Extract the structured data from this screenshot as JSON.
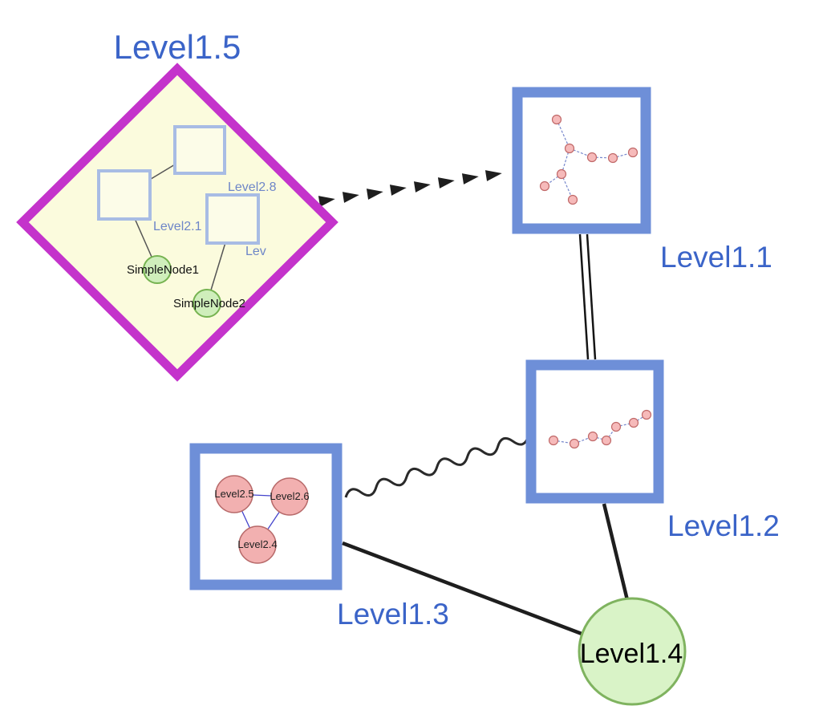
{
  "canvas": {
    "background": "#ffffff"
  },
  "colors": {
    "group_node_border": "#6e8fd8",
    "group_label_blue": "#3b64c8",
    "folder_diamond_border": "#c433cb",
    "folder_diamond_fill": "#fbfbdd",
    "inner_square_border": "#a8bce4",
    "inner_square_fill": "#fcfce8",
    "green_node_fill": "#cfeebb",
    "green_node_border": "#76b351",
    "level14_fill": "#d9f3c7",
    "level14_border": "#7fb35f",
    "pink_node_fill": "#f6baba",
    "pink_node_border": "#c06868",
    "edge_color": "#1e1e1e",
    "inner_edge_blue": "#4444cc"
  },
  "nodes": {
    "level15": {
      "label": "Level1.5",
      "type": "diamond-folder-group"
    },
    "level11": {
      "label": "Level1.1",
      "type": "group"
    },
    "level12": {
      "label": "Level1.2",
      "type": "group"
    },
    "level13": {
      "label": "Level1.3",
      "type": "group"
    },
    "level14": {
      "label": "Level1.4",
      "type": "circle"
    },
    "level28": {
      "label": "Level2.8",
      "type": "square"
    },
    "level21": {
      "label": "Level2.1",
      "type": "square"
    },
    "lev": {
      "label": "Lev",
      "type": "square"
    },
    "simplenode1": {
      "label": "SimpleNode1",
      "type": "circle"
    },
    "simplenode2": {
      "label": "SimpleNode2",
      "type": "circle"
    },
    "level25": {
      "label": "Level2.5",
      "type": "circle"
    },
    "level26": {
      "label": "Level2.6",
      "type": "circle"
    },
    "level24": {
      "label": "Level2.4",
      "type": "circle"
    }
  },
  "edges": [
    {
      "from": "Level1.5",
      "to": "Level1.1",
      "style": "dashed-arrowheads"
    },
    {
      "from": "Level1.1",
      "to": "Level1.2",
      "style": "double-line"
    },
    {
      "from": "Level1.3",
      "to": "Level1.2",
      "style": "wavy"
    },
    {
      "from": "Level1.3",
      "to": "Level1.4",
      "style": "solid"
    },
    {
      "from": "Level1.2",
      "to": "Level1.4",
      "style": "solid"
    },
    {
      "from": "Level2.8",
      "to": "Level2.1",
      "style": "thin"
    },
    {
      "from": "Level2.1",
      "to": "SimpleNode1",
      "style": "thin"
    },
    {
      "from": "Lev",
      "to": "SimpleNode2",
      "style": "thin"
    },
    {
      "from": "Level2.5",
      "to": "Level2.6",
      "style": "thin-blue"
    },
    {
      "from": "Level2.5",
      "to": "Level2.4",
      "style": "thin-blue"
    },
    {
      "from": "Level2.6",
      "to": "Level2.4",
      "style": "thin-blue"
    }
  ]
}
